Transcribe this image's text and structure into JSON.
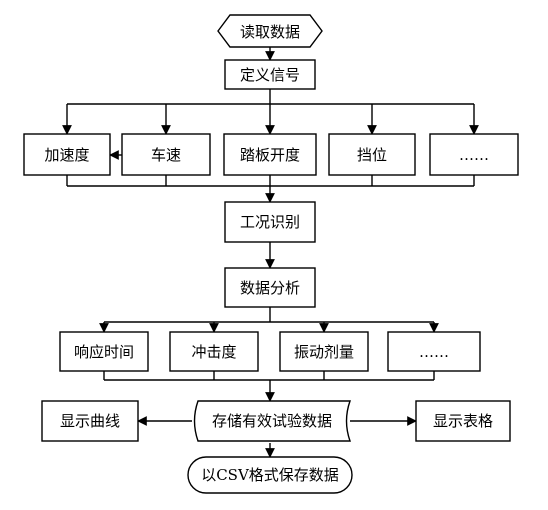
{
  "nodes": {
    "read_data": "读取数据",
    "define_signal": "定义信号",
    "acceleration": "加速度",
    "vehicle_speed": "车速",
    "pedal_opening": "踏板开度",
    "gear": "挡位",
    "more_signals": "……",
    "condition_recognition": "工况识别",
    "data_analysis": "数据分析",
    "response_time": "响应时间",
    "impact_degree": "冲击度",
    "vibration_dose": "振动剂量",
    "more_metrics": "……",
    "store_valid_data": "存储有效试验数据",
    "show_curve": "显示曲线",
    "show_table": "显示表格",
    "save_csv": "以CSV格式保存数据"
  }
}
